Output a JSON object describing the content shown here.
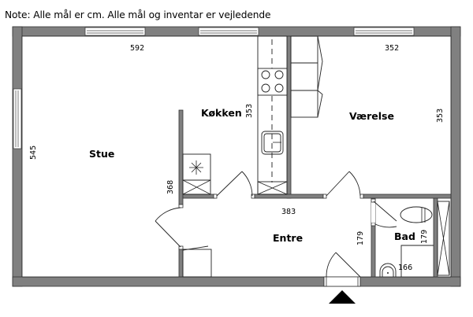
{
  "note": "Note: Alle mål er cm. Alle mål og inventar er vejledende",
  "rooms": {
    "stue": "Stue",
    "kokken": "Køkken",
    "vaerelse": "Værelse",
    "entre": "Entre",
    "bad": "Bad"
  },
  "dimensions": {
    "stue_width": "592",
    "stue_height": "545",
    "kokken_height": "353",
    "vaerelse_width": "352",
    "vaerelse_height": "353",
    "closet_height": "368",
    "entre_width": "383",
    "entre_height": "179",
    "bad_height": "179",
    "bad_width": "166"
  },
  "colors": {
    "wall": "#808080",
    "outline": "#333333",
    "entrance_arrow": "#000000"
  },
  "icons": {
    "entrance": "entrance-arrow-icon",
    "stove": "stove-icon",
    "sink": "sink-icon",
    "toilet": "toilet-icon",
    "washbasin": "washbasin-icon",
    "fan": "extractor-icon"
  }
}
